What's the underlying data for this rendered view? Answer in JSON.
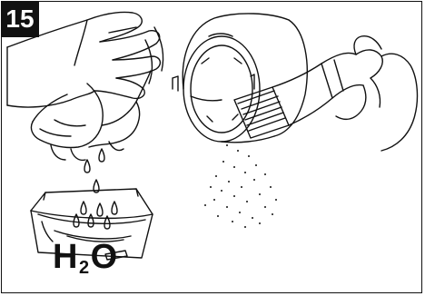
{
  "step": {
    "number": "15"
  },
  "formula": {
    "main_before": "H",
    "subscript": "2",
    "main_after": "O"
  },
  "icons": [
    "hand-with-cloth-icon",
    "filter-cylinder-icon",
    "brush-icon",
    "water-basin-icon",
    "water-drop-icon"
  ]
}
